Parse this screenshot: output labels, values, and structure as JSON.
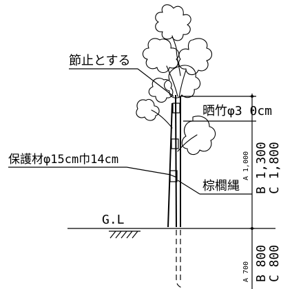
{
  "labels": {
    "knot": "節止とする",
    "bamboo": "晒竹φ3 0cm",
    "protector": "保護材φ15cm巾14cm",
    "rope": "棕櫚縄",
    "ground": "G.L"
  },
  "dimensions": {
    "upper_small": "A 1,000",
    "upper_b": "B 1,300",
    "upper_c": "C 1,800",
    "lower_small": "A 700",
    "lower_b": "B 800",
    "lower_c": "C 800"
  }
}
